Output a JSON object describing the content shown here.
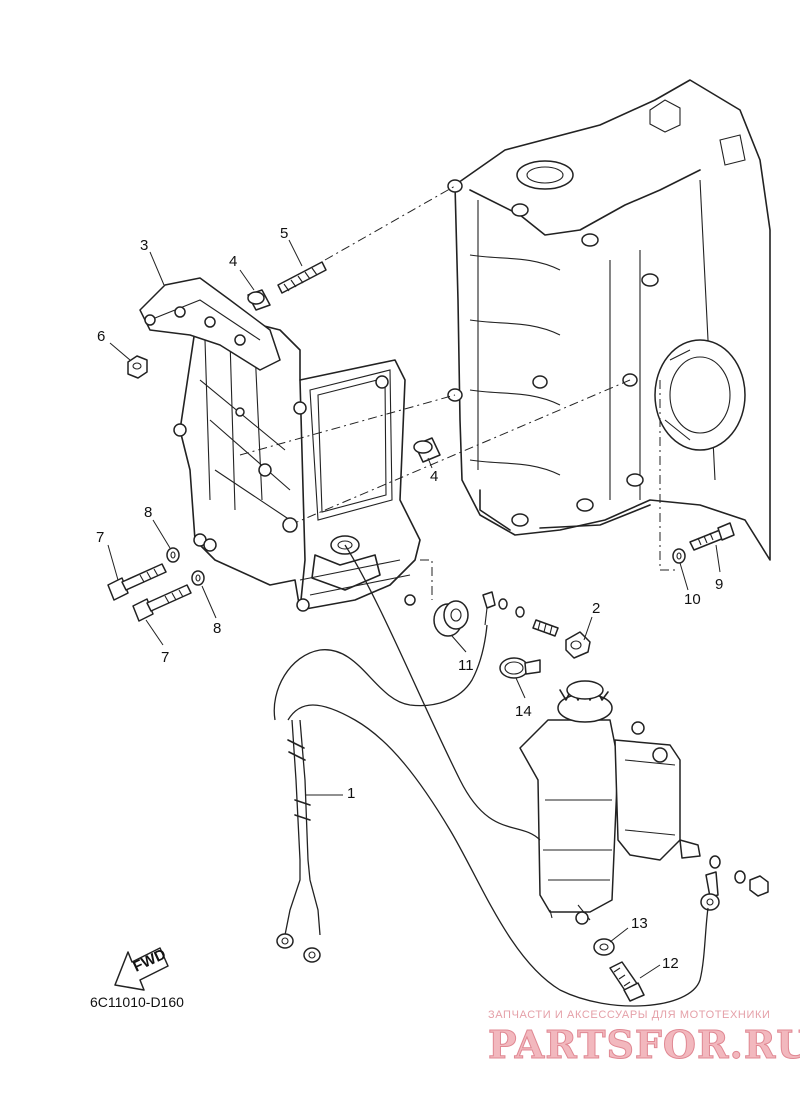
{
  "callouts": {
    "c1": "1",
    "c2": "2",
    "c3": "3",
    "c4a": "4",
    "c4b": "4",
    "c5": "5",
    "c6": "6",
    "c7a": "7",
    "c7b": "7",
    "c8a": "8",
    "c8b": "8",
    "c9": "9",
    "c10": "10",
    "c11": "11",
    "c12": "12",
    "c13": "13",
    "c14": "14"
  },
  "fwd_label": "FWD",
  "diagram_code": "6C11010-D160",
  "watermark": {
    "tagline": "ЗАПЧАСТИ И АКСЕССУАРЫ ДЛЯ МОТОТЕХНИКИ",
    "brand": "PARTSFOR.RU"
  },
  "colors": {
    "line": "#222222",
    "watermark": "#f2b8be"
  }
}
